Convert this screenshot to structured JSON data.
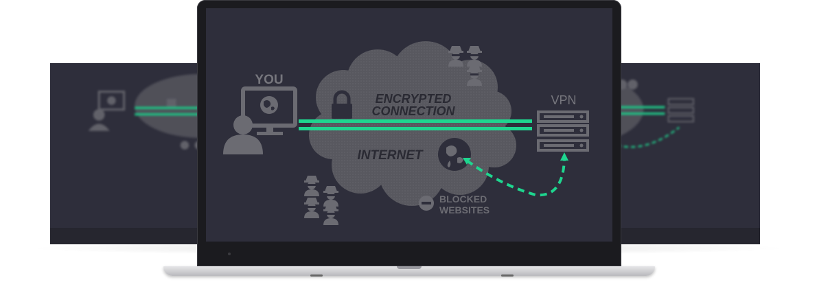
{
  "diagram": {
    "you_label": "YOU",
    "vpn_label": "VPN",
    "encrypted_line1": "ENCRYPTED",
    "encrypted_line2": "CONNECTION",
    "internet_label": "INTERNET",
    "blocked_line1": "BLOCKED",
    "blocked_line2": "WEBSITES"
  },
  "colors": {
    "screen_bg": "#2e2e3b",
    "shape": "#6b6b72",
    "cloud": "#56565e",
    "accent": "#1ed68f"
  },
  "icons": [
    "monitor-icon",
    "user-icon",
    "lock-icon",
    "globe-icon",
    "server-icon",
    "hacker-icon",
    "no-entry-icon"
  ]
}
